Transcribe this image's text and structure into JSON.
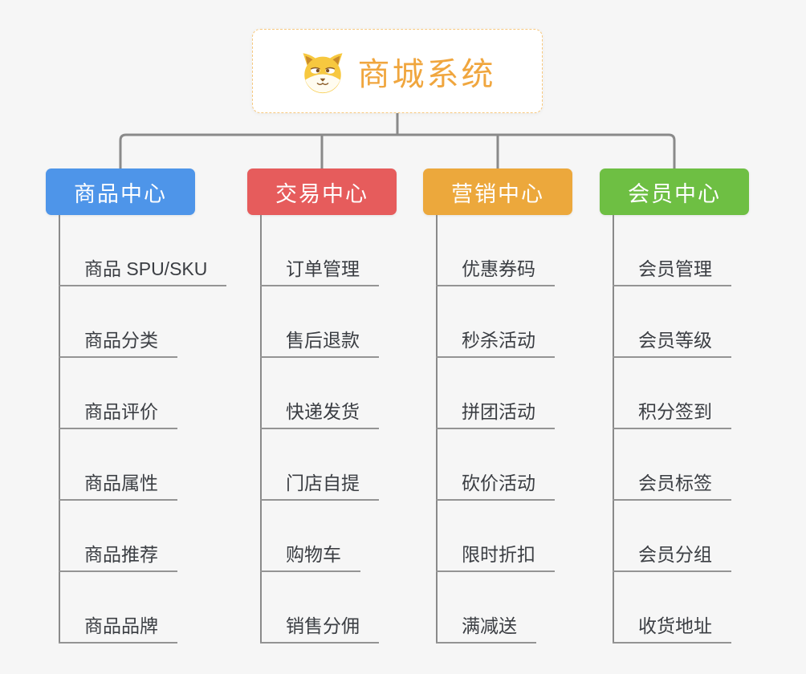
{
  "root": {
    "title": "商城系统",
    "icon": "shiba-dog-face",
    "title_color": "#F0A63E",
    "border_color": "#F7C87E"
  },
  "branches": [
    {
      "id": "product-center",
      "label": "商品中心",
      "color": "#4E95E9",
      "items": [
        "商品 SPU/SKU",
        "商品分类",
        "商品评价",
        "商品属性",
        "商品推荐",
        "商品品牌"
      ]
    },
    {
      "id": "trade-center",
      "label": "交易中心",
      "color": "#E65C5C",
      "items": [
        "订单管理",
        "售后退款",
        "快递发货",
        "门店自提",
        "购物车",
        "销售分佣"
      ]
    },
    {
      "id": "marketing-center",
      "label": "营销中心",
      "color": "#ECA83C",
      "items": [
        "优惠券码",
        "秒杀活动",
        "拼团活动",
        "砍价活动",
        "限时折扣",
        "满减送"
      ]
    },
    {
      "id": "member-center",
      "label": "会员中心",
      "color": "#6EBF43",
      "items": [
        "会员管理",
        "会员等级",
        "积分签到",
        "会员标签",
        "会员分组",
        "收货地址"
      ]
    }
  ],
  "styles": {
    "background": "#F6F6F6",
    "connector_color": "#8A8A8A",
    "leaf_line_color": "#949494",
    "leaf_text_color": "#3B3E43"
  }
}
